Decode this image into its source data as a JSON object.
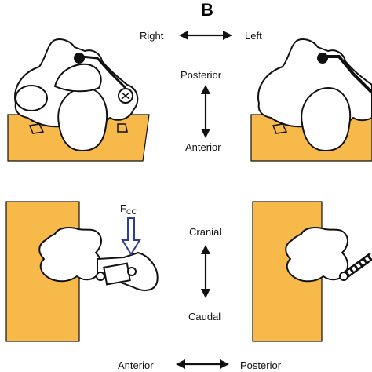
{
  "panel_label": "B",
  "orientation": {
    "top_horizontal": {
      "left": "Right",
      "right": "Left"
    },
    "top_vertical": {
      "top": "Posterior",
      "bottom": "Anterior"
    },
    "bottom_vertical": {
      "top": "Cranial",
      "bottom": "Caudal"
    },
    "bottom_horizontal": {
      "left": "Anterior",
      "right": "Posterior"
    }
  },
  "force": {
    "main": "F",
    "sub": "CC"
  },
  "colors": {
    "block": "#f6b94a",
    "force_arrow": "#2f3d8f",
    "outline": "#111111"
  }
}
